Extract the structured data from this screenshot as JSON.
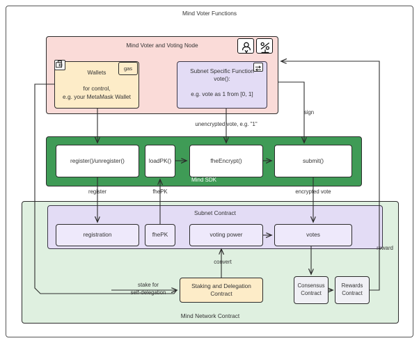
{
  "outer": {
    "title": "Mind Voter Functions"
  },
  "voter_node": {
    "title": "Mind Voter and Voting Node",
    "icons": [
      {
        "name": "user-actor-icon",
        "glyph": "person-in-bubble"
      },
      {
        "name": "percent-screen-icon",
        "glyph": "%"
      }
    ],
    "wallets": {
      "icon": "wallet-icon",
      "title": "Wallets",
      "sub_line1": "for control,",
      "sub_line2": "e.g. your MetaMask Wallet",
      "badge": "gas"
    },
    "subnet_function": {
      "icon": "swap-icon",
      "title_line1": "Subnet Specific Function",
      "title_line2": "vote():",
      "sub": "e.g. vote as 1 from [0, 1]"
    }
  },
  "sdk": {
    "title": "Mind SDK",
    "nodes": [
      {
        "label": "register()/unregister()"
      },
      {
        "label": "loadPK()"
      },
      {
        "label": "fheEncrypt()"
      },
      {
        "label": "submit()"
      }
    ]
  },
  "network_contract": {
    "title": "Mind Network Contract",
    "subnet_contract": {
      "title": "Subnet Contract",
      "nodes": [
        {
          "label": "registration"
        },
        {
          "label": "fhePK"
        },
        {
          "label": "voting power"
        },
        {
          "label": "votes"
        }
      ]
    },
    "staking": {
      "label": "Staking and Delegation Contract"
    },
    "consensus": {
      "line1": "Consensus",
      "line2": "Contract"
    },
    "rewards": {
      "line1": "Rewards",
      "line2": "Contract"
    }
  },
  "edges": {
    "unencrypted_vote": "unencrypted vote, e.g. \"1\"",
    "sign": "sign",
    "register": "register",
    "fhepk": "fhePK",
    "encrypted_vote": "encrypted vote",
    "convert": "convert",
    "stake_line1": "stake for",
    "stake_line2": "self-delegation",
    "reward": "reward"
  },
  "colors": {
    "pink": "#fadbd8",
    "green": "#3f9b56",
    "mint": "#dff0e0",
    "purple": "#e3dcf5",
    "yellow": "#fdecc8",
    "stroke": "#2b2b2b"
  }
}
